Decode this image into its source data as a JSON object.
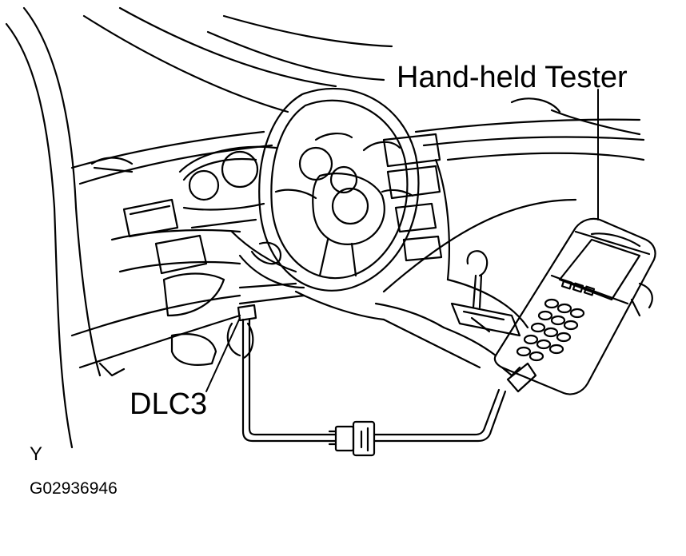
{
  "callouts": {
    "tester": "Hand-held Tester",
    "connector": "DLC3"
  },
  "view_marker": "Y",
  "figure_id": "G02936946",
  "colors": {
    "ink": "#000000",
    "paper": "#ffffff"
  }
}
